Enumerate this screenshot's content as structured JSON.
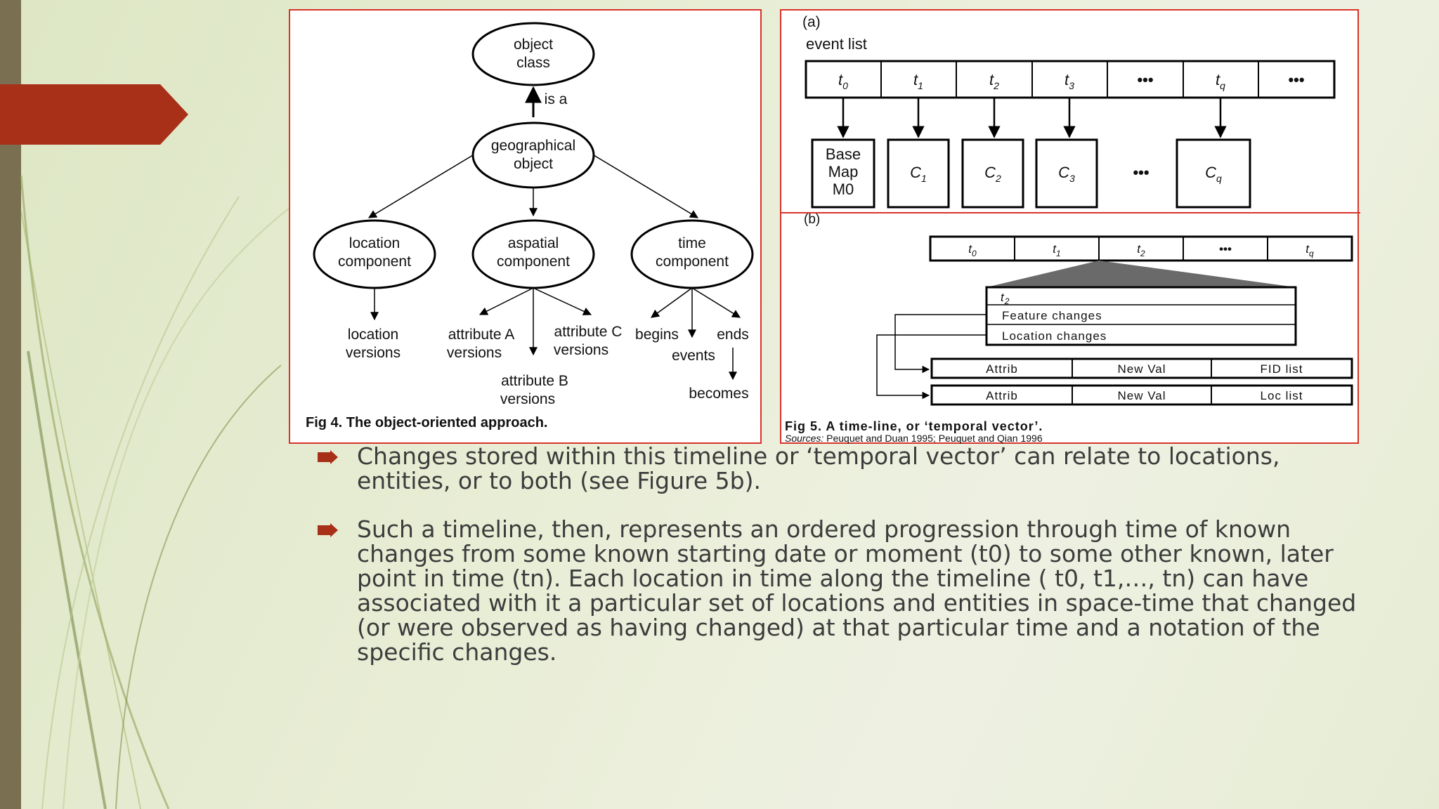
{
  "colors": {
    "accent_red": "#a83018",
    "frame_red": "#d9332b",
    "sidebar": "#7a6f50",
    "bullet": "#a83018"
  },
  "fig4": {
    "caption": "Fig 4.  The object-oriented approach.",
    "object_class": [
      "object",
      "class"
    ],
    "is_a": "is a",
    "geographical_object": [
      "geographical",
      "object"
    ],
    "location_component": [
      "location",
      "component"
    ],
    "aspatial_component": [
      "aspatial",
      "component"
    ],
    "time_component": [
      "time",
      "component"
    ],
    "location_versions": [
      "location",
      "versions"
    ],
    "attribute_a_versions": [
      "attribute A",
      "versions"
    ],
    "attribute_b_versions": [
      "attribute B",
      "versions"
    ],
    "attribute_c_versions": [
      "attribute C",
      "versions"
    ],
    "begins": "begins",
    "ends": "ends",
    "events": "events",
    "becomes": "becomes"
  },
  "fig5": {
    "part_a": "(a)",
    "event_list": "event list",
    "timeline_a": [
      {
        "base": "t",
        "sub": "0"
      },
      {
        "base": "t",
        "sub": "1"
      },
      {
        "base": "t",
        "sub": "2"
      },
      {
        "base": "t",
        "sub": "3"
      },
      {
        "base": "•••",
        "sub": ""
      },
      {
        "base": "t",
        "sub": "q"
      },
      {
        "base": "•••",
        "sub": ""
      }
    ],
    "base_map": [
      "Base",
      "Map",
      "M0"
    ],
    "change_boxes": [
      {
        "base": "C",
        "sub": "1"
      },
      {
        "base": "C",
        "sub": "2"
      },
      {
        "base": "C",
        "sub": "3"
      },
      {
        "base": "•••",
        "sub": ""
      },
      {
        "base": "C",
        "sub": "q"
      }
    ],
    "part_b": "(b)",
    "timeline_b": [
      {
        "base": "t",
        "sub": "0"
      },
      {
        "base": "t",
        "sub": "1"
      },
      {
        "base": "t",
        "sub": "2"
      },
      {
        "base": "•••",
        "sub": ""
      },
      {
        "base": "t",
        "sub": "q"
      }
    ],
    "detail_header": {
      "base": "t",
      "sub": "2"
    },
    "feature_changes": "Feature changes",
    "location_changes": "Location changes",
    "row1": [
      "Attrib",
      "New Val",
      "FID list"
    ],
    "row2": [
      "Attrib",
      "New Val",
      "Loc list"
    ],
    "caption": "Fig 5.  A time-line, or ‘temporal vector’.",
    "sources_label": "Sources:",
    "sources_text": " Peuquet and Duan 1995; Peuquet and Qian 1996"
  },
  "bullets": [
    "Changes stored within this timeline or ‘temporal vector’ can relate to locations, entities, or to both (see Figure 5b).",
    "Such a timeline, then, represents an ordered progression through time of known changes from some known starting date or moment (t0) to some other known, later point in time (tn). Each location in time along the timeline ( t0, t1,…, tn) can have associated with it a particular set of locations and entities in space-time that changed (or were observed as having changed) at that particular time and a notation of the specific changes."
  ]
}
